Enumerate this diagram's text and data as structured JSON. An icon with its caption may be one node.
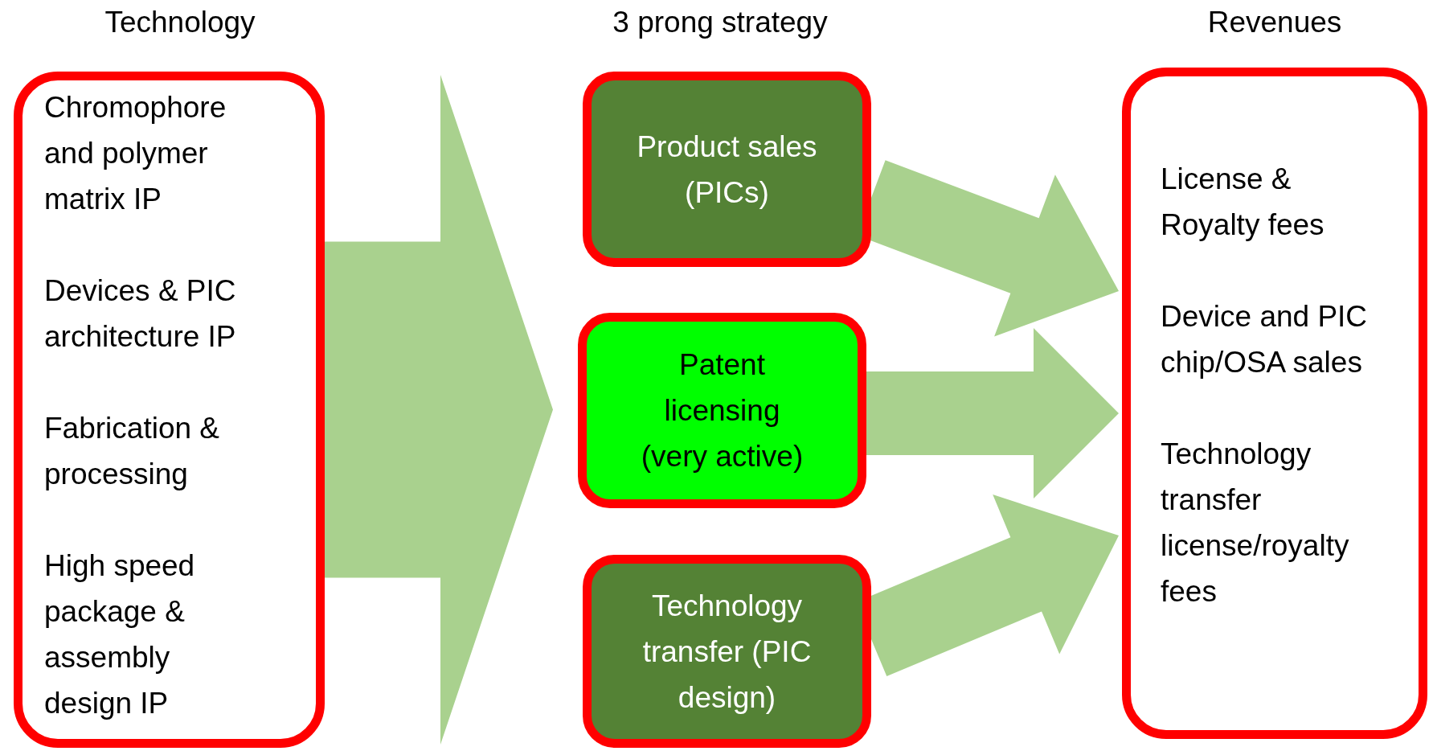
{
  "diagram": {
    "nodes": [
      {
        "text": [
          "Chromophore and polymer matrix  IP",
          "Devices & PIC architecture IP",
          "Fabrication & processing",
          "High speed package & assembly design IP"
        ]
      },
      {
        "text": [
          "Product sales (PICs)"
        ]
      },
      {
        "text": [
          "Patent licensing (very active)"
        ]
      },
      {
        "text": [
          "Technology transfer (PIC design)"
        ]
      },
      {
        "text": [
          "License & Royalty fees",
          "Device and PIC chip/OSA sales",
          "Technology transfer license/royalty fees"
        ]
      }
    ],
    "edges": [
      {
        "from": 0,
        "to": 1,
        "arrow": "to"
      },
      {
        "from": 0,
        "to": 2,
        "arrow": "to"
      },
      {
        "from": 0,
        "to": 3,
        "arrow": "to"
      },
      {
        "from": 1,
        "to": 4,
        "arrow": "to"
      },
      {
        "from": 2,
        "to": 4,
        "arrow": "to"
      },
      {
        "from": 3,
        "to": 4,
        "arrow": "to"
      }
    ],
    "labels": [
      "Technology",
      "3 prong strategy",
      "Revenues"
    ]
  }
}
